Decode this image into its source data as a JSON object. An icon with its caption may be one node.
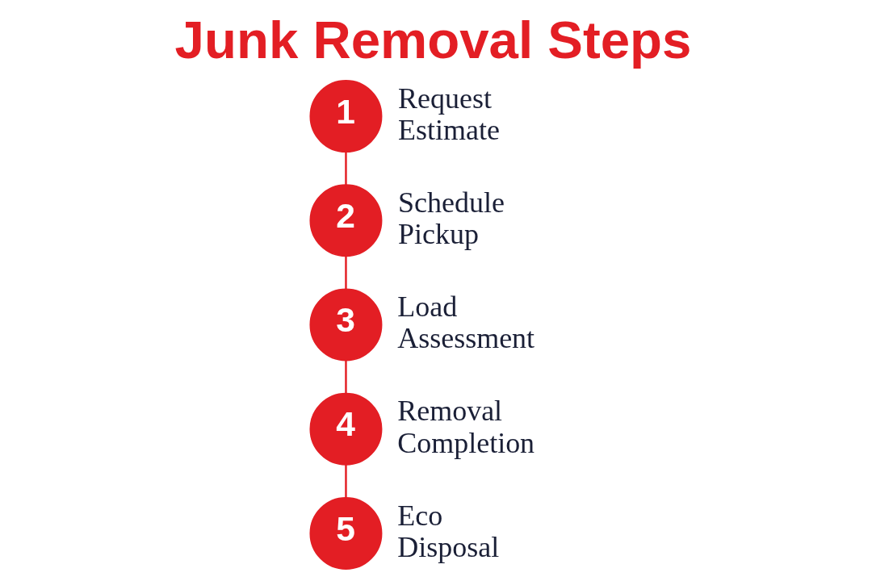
{
  "diagram": {
    "title": "Junk Removal Steps",
    "nodes": [
      {
        "text": [
          "1"
        ],
        "beside": [
          "Request Estimate"
        ]
      },
      {
        "text": [
          "2"
        ],
        "beside": [
          "Schedule Pickup"
        ]
      },
      {
        "text": [
          "3"
        ],
        "beside": [
          "Load Assessment"
        ]
      },
      {
        "text": [
          "4"
        ],
        "beside": [
          "Removal Completion"
        ]
      },
      {
        "text": [
          "5"
        ],
        "beside": [
          "Eco Disposal"
        ]
      }
    ],
    "edges": [
      {
        "from": 0,
        "to": 1,
        "arrow": "none"
      },
      {
        "from": 1,
        "to": 2,
        "arrow": "none"
      },
      {
        "from": 2,
        "to": 3,
        "arrow": "none"
      },
      {
        "from": 3,
        "to": 4,
        "arrow": "none"
      }
    ]
  }
}
